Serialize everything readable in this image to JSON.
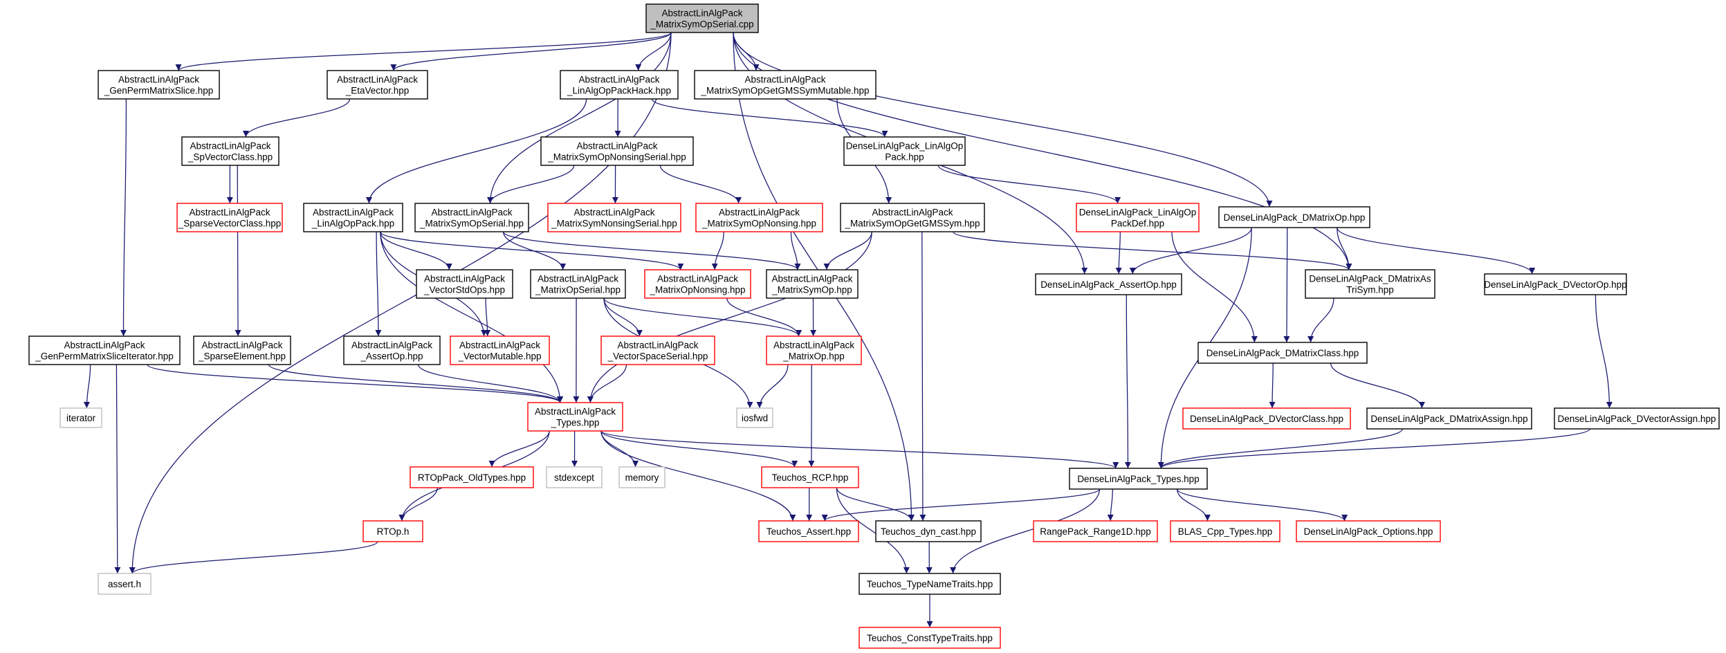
{
  "colors": {
    "edge": "#191970",
    "normal_border": "#000000",
    "missing_border": "#ff0000",
    "system_border": "#bfbfbf",
    "root_fill": "#bfbfbf"
  },
  "nodes": {
    "root": {
      "kind": "root",
      "lines": [
        "AbstractLinAlgPack",
        "_MatrixSymOpSerial.cpp"
      ]
    },
    "genperm": {
      "kind": "normal",
      "lines": [
        "AbstractLinAlgPack",
        "_GenPermMatrixSlice.hpp"
      ]
    },
    "etavec": {
      "kind": "normal",
      "lines": [
        "AbstractLinAlgPack",
        "_EtaVector.hpp"
      ]
    },
    "hack": {
      "kind": "normal",
      "lines": [
        "AbstractLinAlgPack",
        "_LinAlgOpPackHack.hpp"
      ]
    },
    "getgms_mut": {
      "kind": "normal",
      "lines": [
        "AbstractLinAlgPack",
        "_MatrixSymOpGetGMSSymMutable.hpp"
      ]
    },
    "spvec": {
      "kind": "normal",
      "lines": [
        "AbstractLinAlgPack",
        "_SpVectorClass.hpp"
      ]
    },
    "nonsing_serial": {
      "kind": "normal",
      "lines": [
        "AbstractLinAlgPack",
        "_MatrixSymOpNonsingSerial.hpp"
      ]
    },
    "dense_linalgop": {
      "kind": "normal",
      "lines": [
        "DenseLinAlgPack_LinAlgOp",
        "Pack.hpp"
      ]
    },
    "sparsevec": {
      "kind": "missing",
      "lines": [
        "AbstractLinAlgPack",
        "_SparseVectorClass.hpp"
      ]
    },
    "linalgop": {
      "kind": "normal",
      "lines": [
        "AbstractLinAlgPack",
        "_LinAlgOpPack.hpp"
      ]
    },
    "symop_serial": {
      "kind": "normal",
      "lines": [
        "AbstractLinAlgPack",
        "_MatrixSymOpSerial.hpp"
      ]
    },
    "symnonsing_serial": {
      "kind": "missing",
      "lines": [
        "AbstractLinAlgPack",
        "_MatrixSymNonsingSerial.hpp"
      ]
    },
    "symop_nonsing": {
      "kind": "missing",
      "lines": [
        "AbstractLinAlgPack",
        "_MatrixSymOpNonsing.hpp"
      ]
    },
    "getgms": {
      "kind": "normal",
      "lines": [
        "AbstractLinAlgPack",
        "_MatrixSymOpGetGMSSym.hpp"
      ]
    },
    "dense_linalgopdef": {
      "kind": "missing",
      "lines": [
        "DenseLinAlgPack_LinAlgOp",
        "PackDef.hpp"
      ]
    },
    "dmatrixop": {
      "kind": "normal",
      "lines": [
        "DenseLinAlgPack_DMatrixOp.hpp"
      ]
    },
    "vecstdops": {
      "kind": "normal",
      "lines": [
        "AbstractLinAlgPack",
        "_VectorStdOps.hpp"
      ]
    },
    "matop_serial": {
      "kind": "normal",
      "lines": [
        "AbstractLinAlgPack",
        "_MatrixOpSerial.hpp"
      ]
    },
    "matop_nonsing": {
      "kind": "missing",
      "lines": [
        "AbstractLinAlgPack",
        "_MatrixOpNonsing.hpp"
      ]
    },
    "matrixsymop": {
      "kind": "normal",
      "lines": [
        "AbstractLinAlgPack",
        "_MatrixSymOp.hpp"
      ]
    },
    "dense_assertop": {
      "kind": "normal",
      "lines": [
        "DenseLinAlgPack_AssertOp.hpp"
      ]
    },
    "dmatrixas": {
      "kind": "normal",
      "lines": [
        "DenseLinAlgPack_DMatrixAs",
        "TriSym.hpp"
      ]
    },
    "dvectorop": {
      "kind": "normal",
      "lines": [
        "DenseLinAlgPack_DVectorOp.hpp"
      ]
    },
    "genperm_iter": {
      "kind": "normal",
      "lines": [
        "AbstractLinAlgPack",
        "_GenPermMatrixSliceIterator.hpp"
      ]
    },
    "sparseelem": {
      "kind": "normal",
      "lines": [
        "AbstractLinAlgPack",
        "_SparseElement.hpp"
      ]
    },
    "assertop": {
      "kind": "normal",
      "lines": [
        "AbstractLinAlgPack",
        "_AssertOp.hpp"
      ]
    },
    "vecmutable": {
      "kind": "missing",
      "lines": [
        "AbstractLinAlgPack",
        "_VectorMutable.hpp"
      ]
    },
    "vecspace_serial": {
      "kind": "missing",
      "lines": [
        "AbstractLinAlgPack",
        "_VectorSpaceSerial.hpp"
      ]
    },
    "matrixop": {
      "kind": "missing",
      "lines": [
        "AbstractLinAlgPack",
        "_MatrixOp.hpp"
      ]
    },
    "dmatrixclass": {
      "kind": "normal",
      "lines": [
        "DenseLinAlgPack_DMatrixClass.hpp"
      ]
    },
    "iterator": {
      "kind": "system",
      "lines": [
        "iterator"
      ]
    },
    "types": {
      "kind": "missing",
      "lines": [
        "AbstractLinAlgPack",
        "_Types.hpp"
      ]
    },
    "iosfwd": {
      "kind": "system",
      "lines": [
        "iosfwd"
      ]
    },
    "dvectorclass": {
      "kind": "missing",
      "lines": [
        "DenseLinAlgPack_DVectorClass.hpp"
      ]
    },
    "dmatrixassign": {
      "kind": "normal",
      "lines": [
        "DenseLinAlgPack_DMatrixAssign.hpp"
      ]
    },
    "dvectorassign": {
      "kind": "normal",
      "lines": [
        "DenseLinAlgPack_DVectorAssign.hpp"
      ]
    },
    "rtop_oldtypes": {
      "kind": "missing",
      "lines": [
        "RTOpPack_OldTypes.hpp"
      ]
    },
    "stdexcept": {
      "kind": "system",
      "lines": [
        "stdexcept"
      ]
    },
    "memory": {
      "kind": "system",
      "lines": [
        "memory"
      ]
    },
    "rcp": {
      "kind": "missing",
      "lines": [
        "Teuchos_RCP.hpp"
      ]
    },
    "dense_types": {
      "kind": "normal",
      "lines": [
        "DenseLinAlgPack_Types.hpp"
      ]
    },
    "rtop": {
      "kind": "missing",
      "lines": [
        "RTOp.h"
      ]
    },
    "teuchos_assert": {
      "kind": "missing",
      "lines": [
        "Teuchos_Assert.hpp"
      ]
    },
    "dyncast": {
      "kind": "normal",
      "lines": [
        "Teuchos_dyn_cast.hpp"
      ]
    },
    "range1d": {
      "kind": "missing",
      "lines": [
        "RangePack_Range1D.hpp"
      ]
    },
    "blas": {
      "kind": "missing",
      "lines": [
        "BLAS_Cpp_Types.hpp"
      ]
    },
    "dense_options": {
      "kind": "missing",
      "lines": [
        "DenseLinAlgPack_Options.hpp"
      ]
    },
    "assert_h": {
      "kind": "system",
      "lines": [
        "assert.h"
      ]
    },
    "typenametraits": {
      "kind": "normal",
      "lines": [
        "Teuchos_TypeNameTraits.hpp"
      ]
    },
    "consttypetraits": {
      "kind": "missing",
      "lines": [
        "Teuchos_ConstTypeTraits.hpp"
      ]
    }
  },
  "edges": [
    [
      "root",
      "genperm"
    ],
    [
      "root",
      "etavec"
    ],
    [
      "root",
      "hack"
    ],
    [
      "root",
      "getgms_mut"
    ],
    [
      "root",
      "symop_serial"
    ],
    [
      "root",
      "dmatrixop"
    ],
    [
      "root",
      "dense_assertop"
    ],
    [
      "root",
      "dmatrixas"
    ],
    [
      "root",
      "dyncast"
    ],
    [
      "root",
      "assert_h"
    ],
    [
      "genperm",
      "genperm_iter"
    ],
    [
      "etavec",
      "spvec"
    ],
    [
      "spvec",
      "sparsevec"
    ],
    [
      "spvec",
      "sparseelem"
    ],
    [
      "hack",
      "nonsing_serial"
    ],
    [
      "hack",
      "dense_linalgop"
    ],
    [
      "hack",
      "linalgop"
    ],
    [
      "getgms_mut",
      "getgms"
    ],
    [
      "nonsing_serial",
      "symop_serial"
    ],
    [
      "nonsing_serial",
      "symnonsing_serial"
    ],
    [
      "nonsing_serial",
      "symop_nonsing"
    ],
    [
      "dense_linalgop",
      "dense_linalgopdef"
    ],
    [
      "linalgop",
      "vecstdops"
    ],
    [
      "linalgop",
      "assertop"
    ],
    [
      "linalgop",
      "vecmutable"
    ],
    [
      "linalgop",
      "types"
    ],
    [
      "linalgop",
      "matop_nonsing"
    ],
    [
      "symop_serial",
      "matop_serial"
    ],
    [
      "symop_serial",
      "matrixsymop"
    ],
    [
      "symop_nonsing",
      "matop_nonsing"
    ],
    [
      "symop_nonsing",
      "matrixsymop"
    ],
    [
      "getgms",
      "matrixsymop"
    ],
    [
      "getgms",
      "dmatrixas"
    ],
    [
      "getgms",
      "types"
    ],
    [
      "getgms",
      "dyncast"
    ],
    [
      "dense_linalgopdef",
      "dense_assertop"
    ],
    [
      "dense_linalgopdef",
      "dmatrixclass"
    ],
    [
      "dmatrixop",
      "dense_assertop"
    ],
    [
      "dmatrixop",
      "dmatrixas"
    ],
    [
      "dmatrixop",
      "dvectorop"
    ],
    [
      "dmatrixop",
      "dmatrixclass"
    ],
    [
      "dmatrixop",
      "dense_types"
    ],
    [
      "vecstdops",
      "vecmutable"
    ],
    [
      "matop_serial",
      "types"
    ],
    [
      "matop_serial",
      "vecspace_serial"
    ],
    [
      "matop_serial",
      "matrixop"
    ],
    [
      "matop_serial",
      "iosfwd"
    ],
    [
      "matop_nonsing",
      "matrixop"
    ],
    [
      "matrixsymop",
      "matrixop"
    ],
    [
      "dense_assertop",
      "dense_types"
    ],
    [
      "dmatrixas",
      "dmatrixclass"
    ],
    [
      "dvectorop",
      "dvectorassign"
    ],
    [
      "genperm_iter",
      "iterator"
    ],
    [
      "genperm_iter",
      "types"
    ],
    [
      "genperm_iter",
      "assert_h"
    ],
    [
      "sparseelem",
      "types"
    ],
    [
      "assertop",
      "types"
    ],
    [
      "vecspace_serial",
      "types"
    ],
    [
      "matrixop",
      "iosfwd"
    ],
    [
      "matrixop",
      "rcp"
    ],
    [
      "dmatrixclass",
      "dvectorclass"
    ],
    [
      "dmatrixclass",
      "dmatrixassign"
    ],
    [
      "types",
      "rtop_oldtypes"
    ],
    [
      "types",
      "stdexcept"
    ],
    [
      "types",
      "memory"
    ],
    [
      "types",
      "rcp"
    ],
    [
      "types",
      "dense_types"
    ],
    [
      "types",
      "rtop"
    ],
    [
      "types",
      "teuchos_assert"
    ],
    [
      "dmatrixassign",
      "dense_types"
    ],
    [
      "dvectorassign",
      "dense_types"
    ],
    [
      "rtop_oldtypes",
      "rtop"
    ],
    [
      "rcp",
      "teuchos_assert"
    ],
    [
      "rcp",
      "dyncast"
    ],
    [
      "rcp",
      "typenametraits"
    ],
    [
      "dense_types",
      "teuchos_assert"
    ],
    [
      "dense_types",
      "range1d"
    ],
    [
      "dense_types",
      "blas"
    ],
    [
      "dense_types",
      "dense_options"
    ],
    [
      "dense_types",
      "typenametraits"
    ],
    [
      "rtop",
      "assert_h"
    ],
    [
      "dyncast",
      "typenametraits"
    ],
    [
      "typenametraits",
      "consttypetraits"
    ]
  ]
}
